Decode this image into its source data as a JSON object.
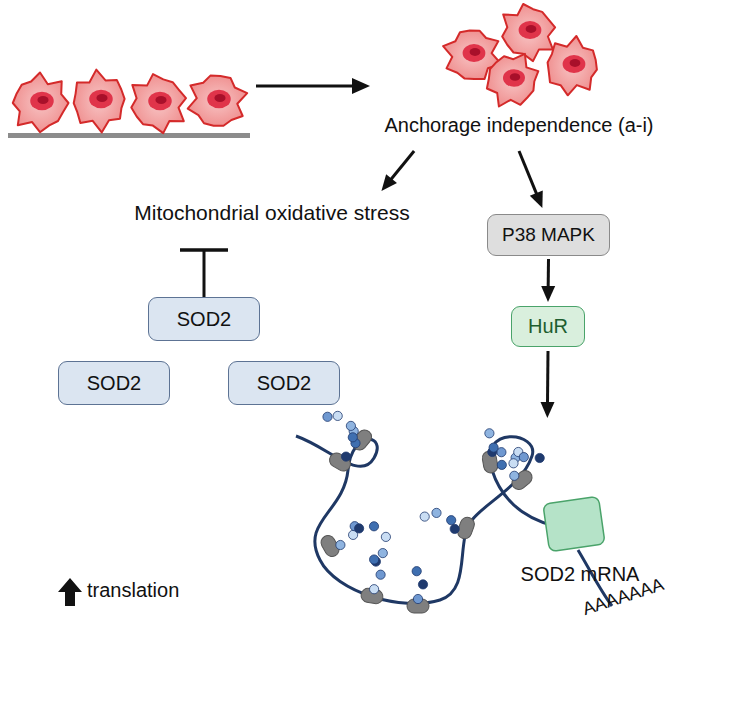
{
  "diagram": {
    "nodes": [
      {
        "text": [
          "Anchorage independence (a-i)"
        ]
      },
      {
        "text": [
          "Mitochondrial oxidative stress"
        ]
      },
      {
        "text": [
          "P38 MAPK"
        ]
      },
      {
        "text": [
          "HuR"
        ]
      },
      {
        "text": [
          "SOD2"
        ]
      },
      {
        "text": [
          "SOD2"
        ]
      },
      {
        "text": [
          "SOD2"
        ]
      },
      {
        "text": [
          "SOD2 mRNA"
        ]
      }
    ],
    "edges": [
      {
        "from": 0,
        "to": 1,
        "arrow": "to"
      },
      {
        "from": 0,
        "to": 2,
        "arrow": "to"
      },
      {
        "from": 2,
        "to": 3,
        "arrow": "to"
      },
      {
        "from": 3,
        "to": 7,
        "arrow": "to"
      },
      {
        "from": 4,
        "to": 1,
        "arrow": "to"
      }
    ],
    "labels": [
      "translation",
      "AAAAAAA"
    ]
  }
}
